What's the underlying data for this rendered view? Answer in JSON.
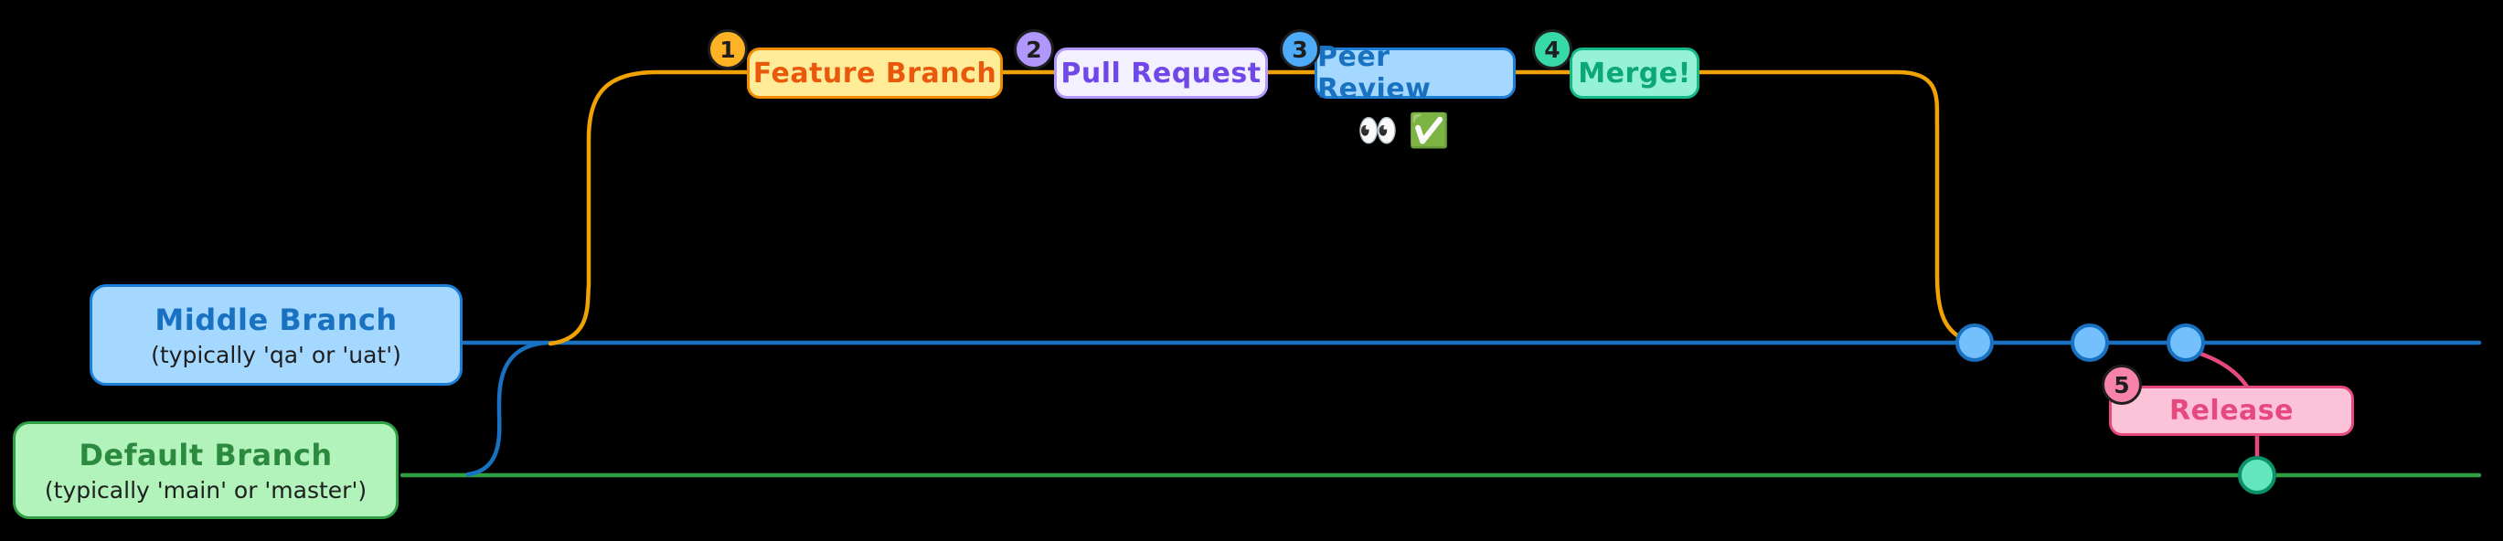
{
  "steps": [
    {
      "num": "1",
      "label": "Feature Branch",
      "fill": "#ffec99",
      "border": "#f08c00",
      "text_color": "#e8590c",
      "badge_color": "#ffb224"
    },
    {
      "num": "2",
      "label": "Pull Request",
      "fill": "#f3f0ff",
      "border": "#b197fc",
      "text_color": "#7048e8",
      "badge_color": "#b197fc"
    },
    {
      "num": "3",
      "label": "Peer Review",
      "fill": "#a5d8ff",
      "border": "#1c7ed6",
      "text_color": "#1971c2",
      "badge_color": "#4dabf7"
    },
    {
      "num": "4",
      "label": "Merge!",
      "fill": "#96f2d7",
      "border": "#12b886",
      "text_color": "#0ca678",
      "badge_color": "#38d9a9"
    },
    {
      "num": "5",
      "label": "Release",
      "fill": "#fcc2d7",
      "border": "#e64980",
      "text_color": "#e64980",
      "badge_color": "#f783ac"
    }
  ],
  "peer_review_emojis": "👀 ✅",
  "branches": {
    "middle": {
      "title": "Middle Branch",
      "subtitle": "(typically 'qa' or 'uat')",
      "line_color": "#1971c2"
    },
    "default_branch": {
      "title": "Default Branch",
      "subtitle": "(typically 'main' or 'master')",
      "line_color": "#2f9e44"
    },
    "feature": {
      "line_color": "#f0a202"
    },
    "release": {
      "line_color": "#e64980"
    }
  },
  "canvas": {
    "background": "#000000"
  }
}
